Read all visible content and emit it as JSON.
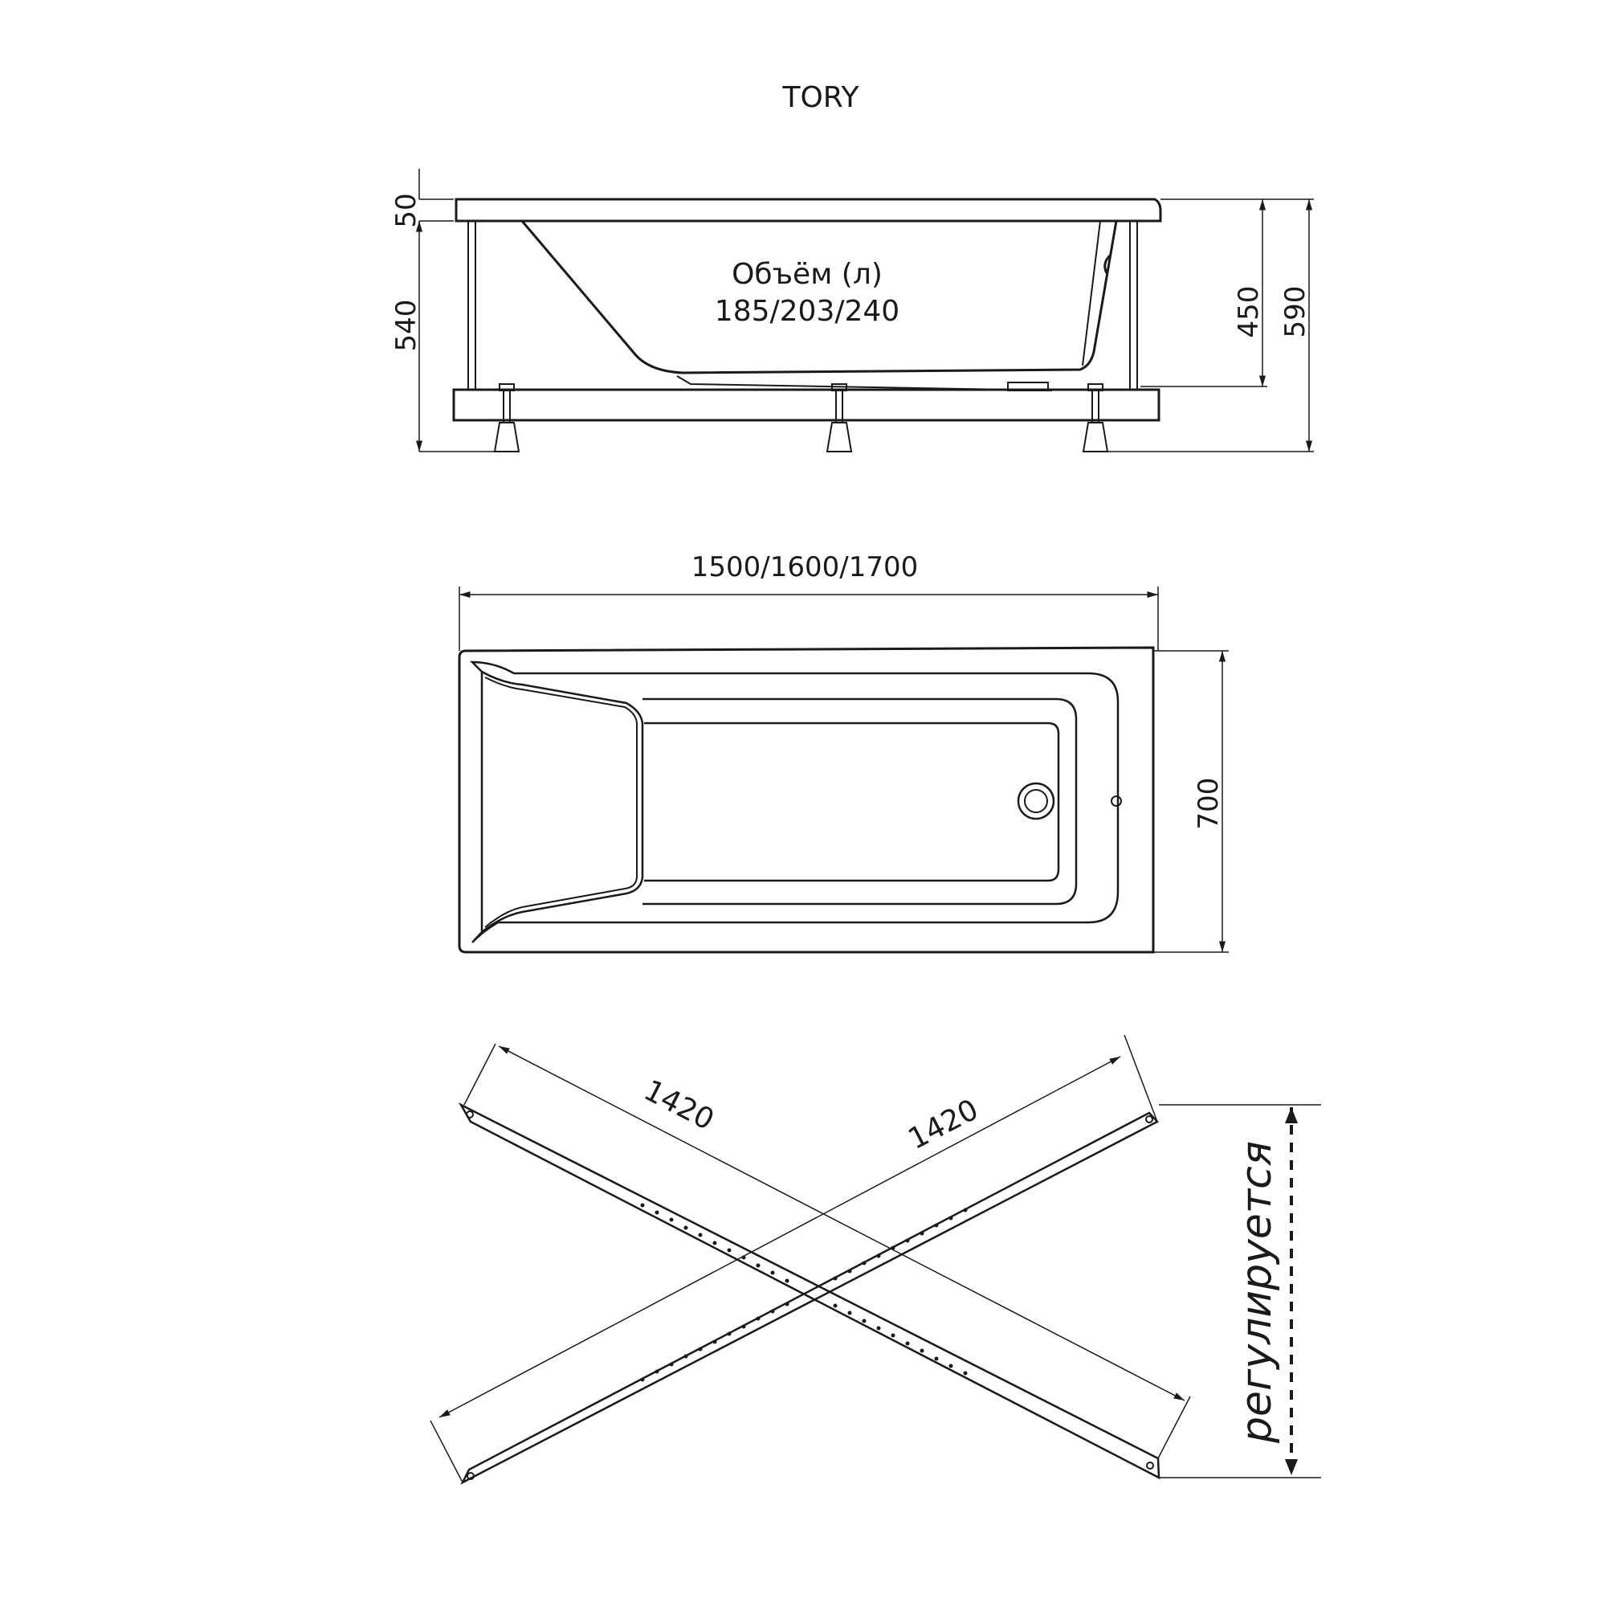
{
  "title": "TORY",
  "side_view": {
    "volume_label": "Объём (л)",
    "volume_values": "185/203/240",
    "dim_rim": "50",
    "dim_frame": "540",
    "dim_depth": "450",
    "dim_total": "590"
  },
  "top_view": {
    "dim_length": "1500/1600/1700",
    "dim_width": "700"
  },
  "frame_view": {
    "dim_bar_left": "1420",
    "dim_bar_right": "1420",
    "adjust_label": "регулируется"
  }
}
